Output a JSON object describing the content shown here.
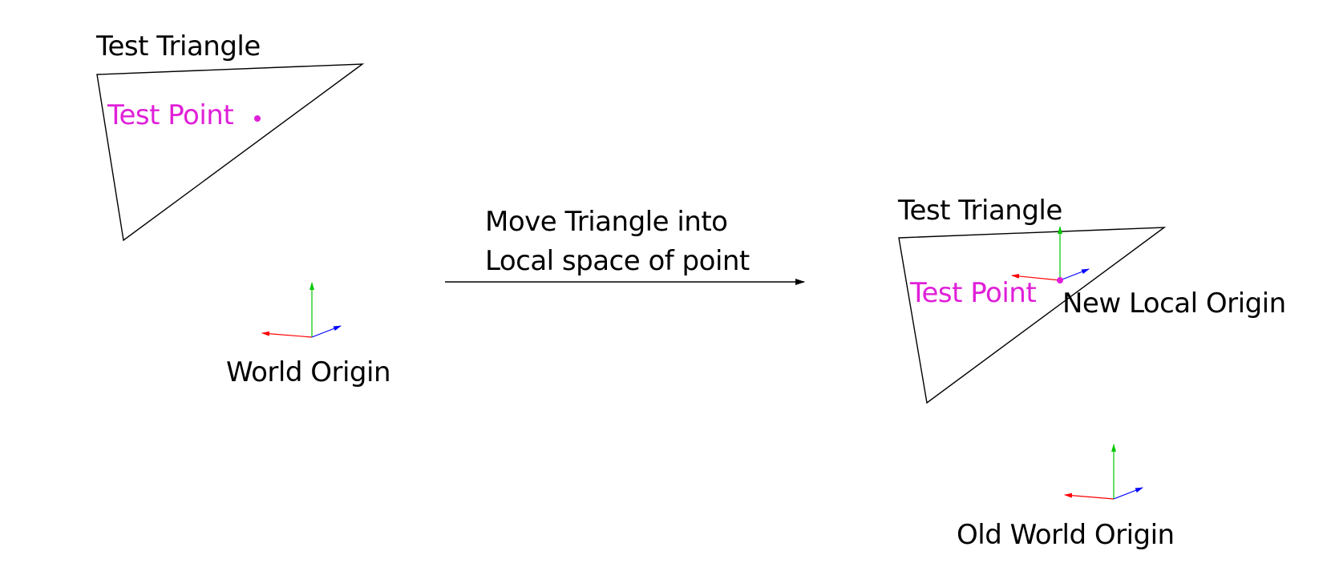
{
  "colors": {
    "outline": "#000000",
    "point": "#e020d8",
    "axis_x": "#ff0000",
    "axis_y": "#00c800",
    "axis_z": "#0000ff"
  },
  "left_scene": {
    "triangle_label": "Test Triangle",
    "point_label": "Test Point",
    "origin_label": "World Origin"
  },
  "transition": {
    "line1": "Move Triangle into",
    "line2": "Local space of point"
  },
  "right_scene": {
    "triangle_label": "Test Triangle",
    "point_label": "Test Point",
    "local_origin_label": "New Local Origin",
    "old_origin_label": "Old World Origin"
  }
}
